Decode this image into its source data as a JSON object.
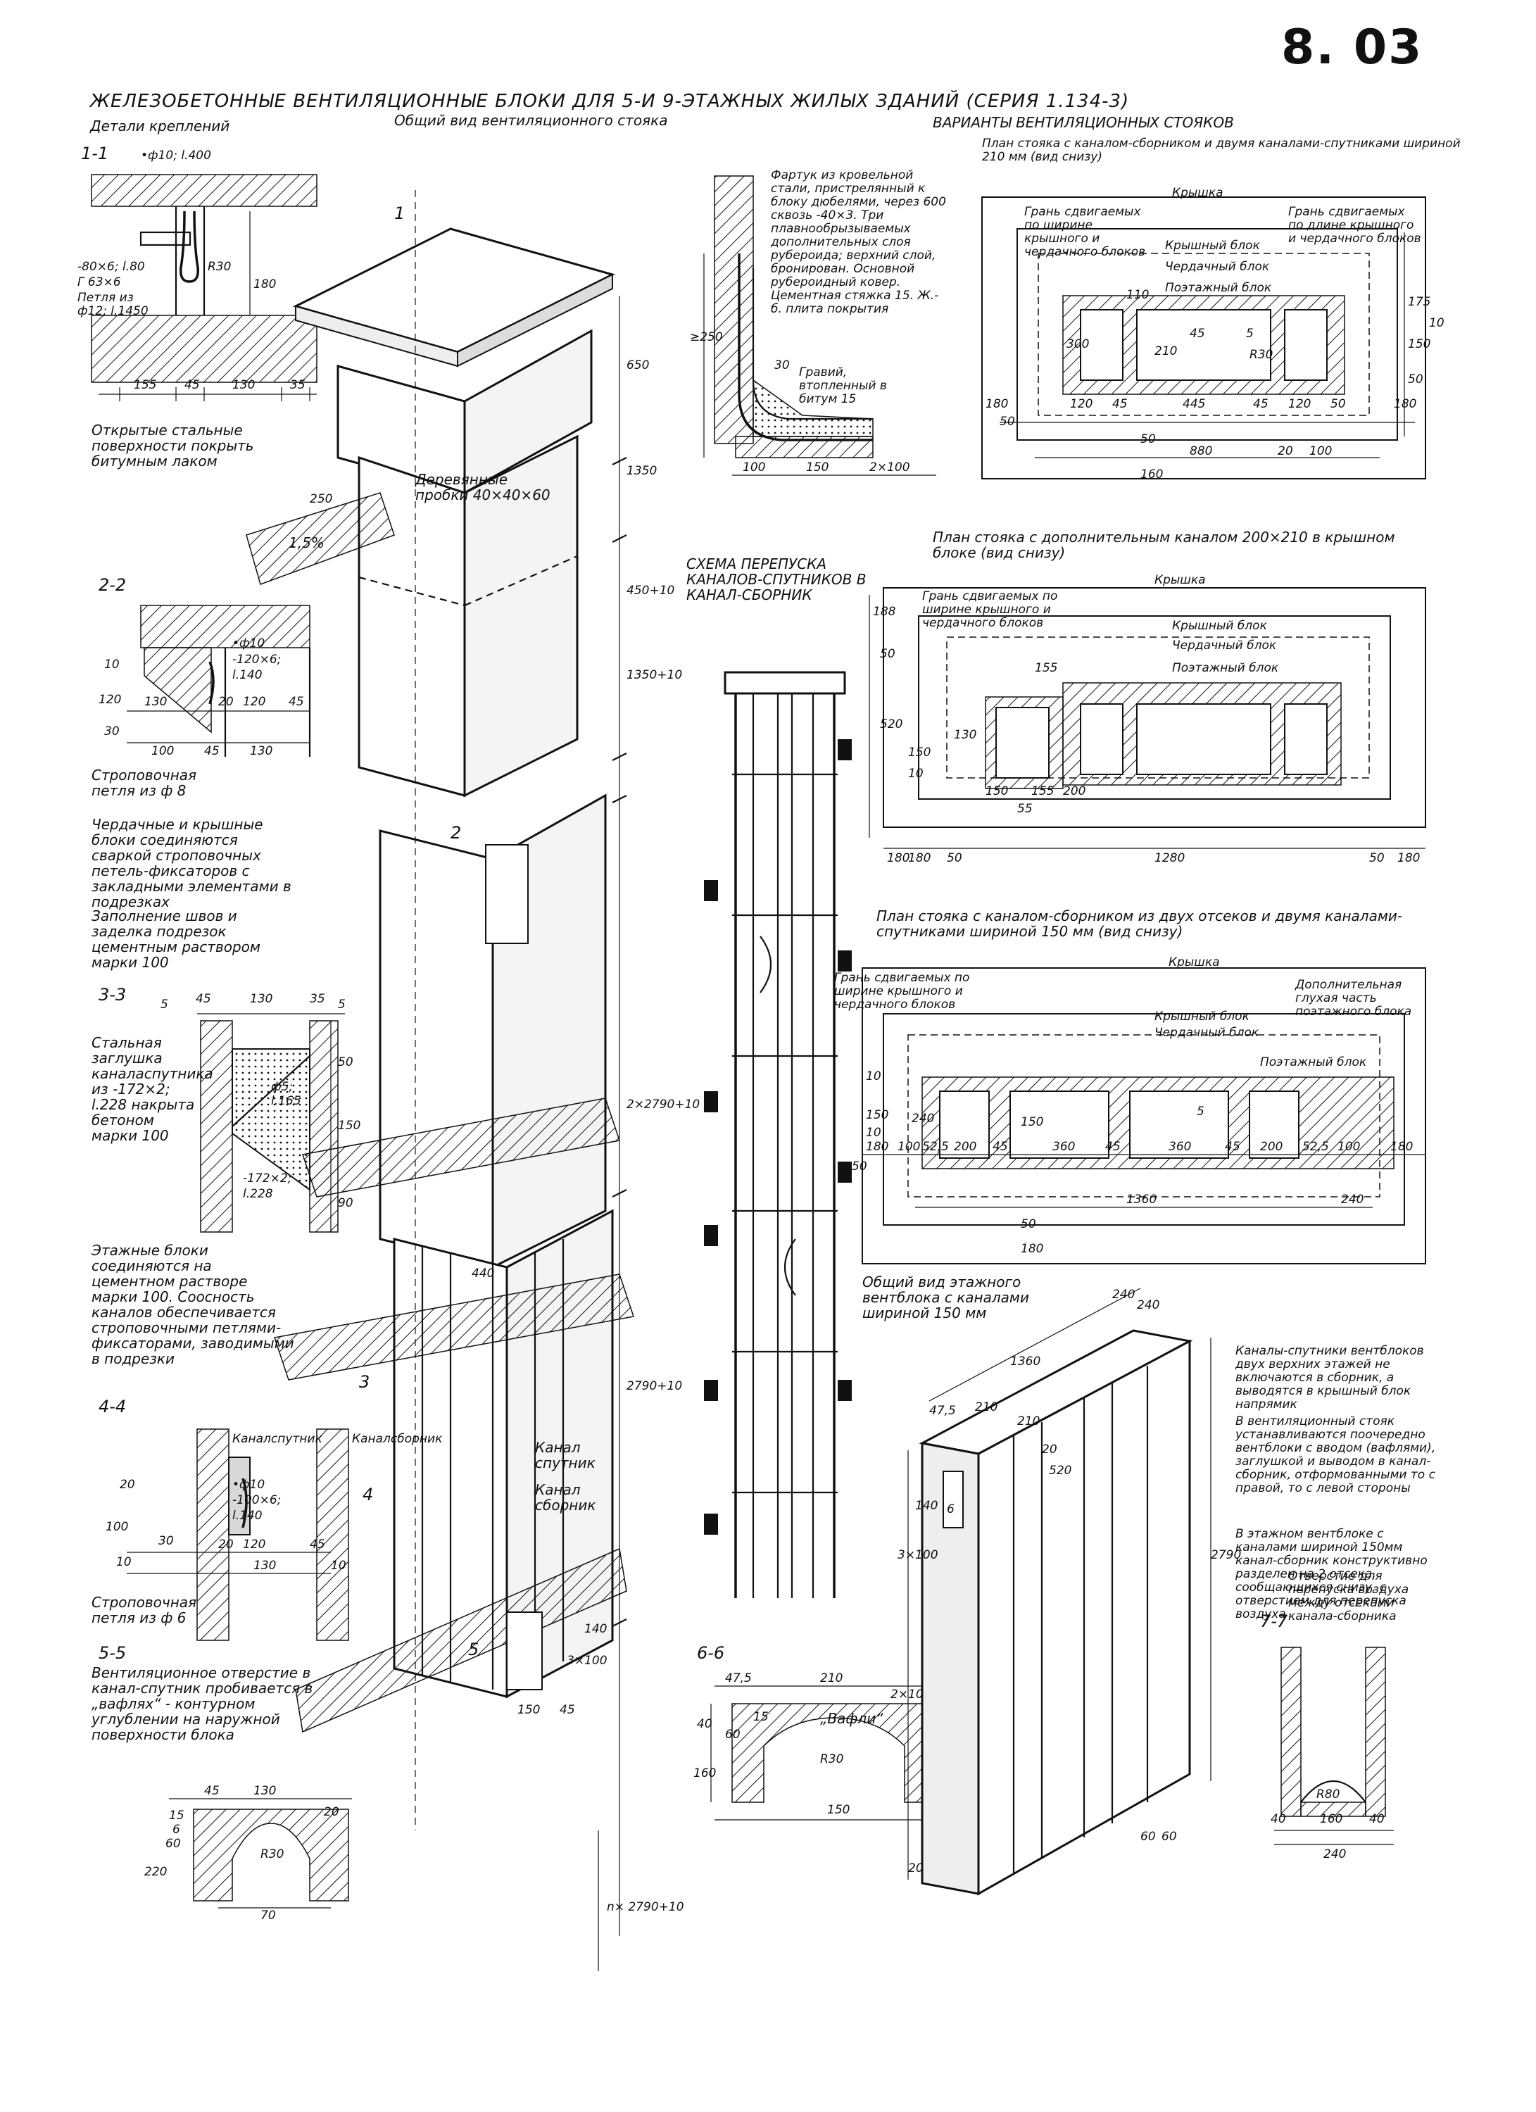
{
  "page_number": "8. 03",
  "title": "ЖЕЛЕЗОБЕТОННЫЕ ВЕНТИЛЯЦИОННЫЕ БЛОКИ ДЛЯ 5-И 9-ЭТАЖНЫХ ЖИЛЫХ ЗДАНИЙ (СЕРИЯ 1.134-3)",
  "left_column": {
    "details_heading": "Детали креплений",
    "sec_1_1": {
      "label": "1-1",
      "callouts": [
        "•ф10; l.400",
        "-80×6; l.80",
        "Г 63×6",
        "Петля из ф12; l.1450"
      ],
      "dims": [
        "155",
        "45",
        "130",
        "35",
        "180",
        "R30"
      ],
      "note": "Открытые стальные поверхности покрыть битумным лаком"
    },
    "sec_2_2": {
      "label": "2-2",
      "callouts": [
        "•ф10",
        "-120×6;",
        "l.140"
      ],
      "dims": [
        "130",
        "20",
        "120",
        "45",
        "100",
        "45",
        "130",
        "10",
        "120",
        "30"
      ],
      "note": "Строповочная петля из ф 8"
    },
    "attic_note": "Чердачные и крышные блоки соединяются сваркой строповочных петель-фиксаторов с закладными элементами в подрезках",
    "seam_note": "Заполнение швов и заделка подрезок цементным раствором марки 100",
    "sec_3_3": {
      "label": "3-3",
      "dims_top": [
        "5",
        "45",
        "130",
        "35",
        "5"
      ],
      "dims_side": [
        "50",
        "150",
        "90"
      ],
      "note": "Стальная заглушка каналаспутника из -172×2; l.228 накрыта бетоном марки 100",
      "callouts": [
        "ф5;",
        "l.165",
        "-172×2;",
        "l.228"
      ]
    },
    "floor_blocks_note": "Этажные блоки соединяются на цементном растворе марки 100. Соосность каналов обеспечивается строповочными петлями-фиксаторами, заводимыми в подрезки",
    "sec_4_4": {
      "label": "4-4",
      "labels": [
        "Каналспутник",
        "Каналсборник"
      ],
      "callouts": [
        "•ф10",
        "-100×6;",
        "l.140"
      ],
      "dims": [
        "20",
        "100",
        "10",
        "30",
        "20",
        "120",
        "45",
        "130",
        "10"
      ],
      "note": "Строповочная петля из ф 6"
    },
    "sec_5_5": {
      "label": "5-5",
      "note": "Вентиляционное отверстие в канал-спутник пробивается в „вафлях“ - контурном углублении на наружной поверхности блока",
      "dims": [
        "45",
        "130",
        "20",
        "R30",
        "70",
        "220",
        "60",
        "6",
        "15"
      ]
    }
  },
  "center": {
    "general_view_heading": "Общий вид вентиляционного стояка",
    "labels": [
      "Деревянные пробки 40×40×60",
      "Канал спутник",
      "Канал сборник",
      "1,5%"
    ],
    "dims": [
      "650",
      "1350",
      "450+10",
      "1350+10",
      "2×2790+10",
      "2790+10",
      "n× 2790+10",
      "440",
      "140",
      "3×100",
      "150",
      "45",
      "250"
    ],
    "section_marks": [
      "1",
      "2",
      "3",
      "4",
      "5"
    ]
  },
  "middle": {
    "flashing_note": "Фартук из кровельной стали, пристрелянный к блоку дюбелями, через 600 сквозь -40×3. Три плавнообрызываемых дополнительных слоя рубероида; верхний слой, бронирован. Основной рубероидный ковер. Цементная стяжка 15. Ж.-б. плита покрытия",
    "gravel_note": "Гравий, втопленный в битум 15",
    "flashing_dims": [
      "≥250",
      "30",
      "100",
      "150",
      "2×100"
    ],
    "bypass_heading": "СХЕМА ПЕРЕПУСКА КАНАЛОВ-СПУТНИКОВ В КАНАЛ-СБОРНИК",
    "sec_6_6": {
      "label": "6-6",
      "dims": [
        "47,5",
        "210",
        "2×10",
        "15",
        "R30",
        "150",
        "160",
        "40",
        "60"
      ],
      "label_waffle": "„Вафли“"
    }
  },
  "right": {
    "variants_heading": "ВАРИАНТЫ ВЕНТИЛЯЦИОННЫХ СТОЯКОВ",
    "plan1": {
      "heading": "План стояка с каналом-сборником и двумя каналами-спутниками шириной 210 мм (вид снизу)",
      "labels": [
        "Крышка",
        "Грань сдвигаемых по ширине крышного и чердачного блоков",
        "Грань сдвигаемых по длине крышного и чердачного блоков",
        "Крышный блок",
        "Чердачный блок",
        "Поэтажный блок"
      ],
      "dims": [
        "180",
        "50",
        "120",
        "45",
        "445",
        "45",
        "120",
        "50",
        "180",
        "880",
        "20",
        "100",
        "160",
        "50",
        "110",
        "300",
        "210",
        "45",
        "R30",
        "5",
        "175",
        "150",
        "10",
        "50"
      ]
    },
    "plan2": {
      "heading": "План стояка с дополнительным каналом 200×210 в крышном блоке (вид снизу)",
      "labels": [
        "Крышка",
        "Грань сдвигаемых по ширине крышного и чердачного блоков",
        "Крышный блок",
        "Чердачный блок",
        "Поэтажный блок"
      ],
      "dims": [
        "180",
        "180",
        "50",
        "1280",
        "50",
        "180",
        "188",
        "50",
        "520",
        "150",
        "10",
        "130",
        "155",
        "155",
        "200",
        "150",
        "55"
      ]
    },
    "plan3": {
      "heading": "План стояка с каналом-сборником из двух отсеков и двумя каналами-спутниками шириной 150 мм (вид снизу)",
      "labels": [
        "Крышка",
        "Грань сдвигаемых по ширине крышного и чердачного блоков",
        "Дополнительная глухая часть поэтажного блока",
        "Крышный блок",
        "Чердачный блок",
        "Поэтажный блок"
      ],
      "dims": [
        "180",
        "50",
        "100",
        "52,5",
        "200",
        "45",
        "360",
        "45",
        "360",
        "45",
        "200",
        "52,5",
        "100",
        "180",
        "1360",
        "240",
        "180",
        "50",
        "10",
        "150",
        "10",
        "240",
        "150",
        "5"
      ]
    },
    "floor_block": {
      "heading": "Общий вид этажного вентблока с каналами шириной 150 мм",
      "dims": [
        "1360",
        "240",
        "240",
        "47,5",
        "210",
        "210",
        "20",
        "520",
        "140",
        "6",
        "3×100",
        "2790",
        "20",
        "60",
        "60"
      ]
    },
    "notes": [
      "Каналы-спутники вентблоков двух верхних этажей не включаются в сборник, а выводятся в крышный блок напрямик",
      "В вентиляционный стояк устанавливаются поочередно вентблоки с вводом (вафлями), заглушкой и выводом в канал-сборник, отформованными то с правой, то с левой стороны",
      "В этажном вентблоке с каналами шириной 150мм канал-сборник конструктивно разделен на 2 отсека, сообщающихся снизу, с отверстием для перепуска воздуха"
    ],
    "sec_7_7": {
      "label": "7-7",
      "note": "Отверстие для перепуска воздуха между отсеками канала-сборника",
      "dims": [
        "40",
        "160",
        "40",
        "240",
        "R80"
      ]
    }
  }
}
